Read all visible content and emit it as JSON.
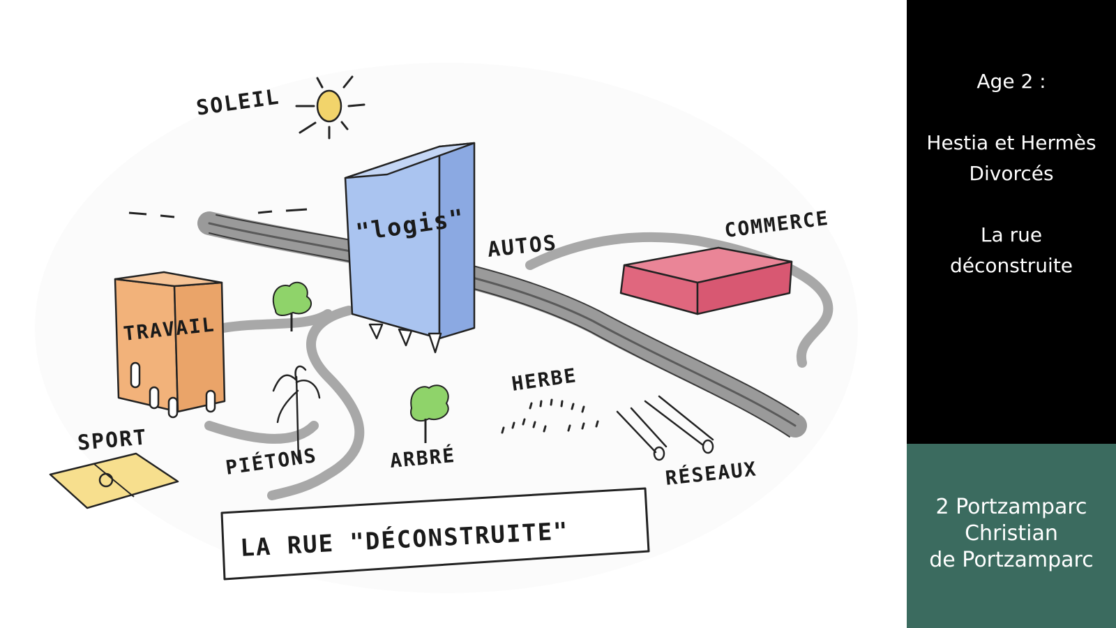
{
  "sketch": {
    "labels": {
      "soleil": "SOLEIL",
      "logis": "\"logis\"",
      "autos": "AUTOS",
      "commerce": "COMMERCE",
      "travail": "TRAVAIL",
      "sport": "SPORT",
      "pietons": "PIÉTONS",
      "arbre": "ARBRÉ",
      "herbe": "HERBE",
      "reseaux": "RÉSEAUX",
      "caption": "LA RUE \"DÉCONSTRUITE\""
    },
    "colors": {
      "sun": "#f2d46b",
      "logis": "#aac4f0",
      "travail": "#f2b27a",
      "commerce": "#e0677e",
      "sport": "#f7df8e",
      "tree": "#8fd36a",
      "road": "#9a9a9a"
    }
  },
  "sidebar": {
    "age": "Age 2 :",
    "line1": "Hestia et Hermès",
    "line2": "Divorcés",
    "line3": "La rue",
    "line4": "déconstruite",
    "credit1": "2 Portzamparc",
    "credit2": "Christian",
    "credit3": "de Portzamparc",
    "accent": "#3b6b5f"
  }
}
